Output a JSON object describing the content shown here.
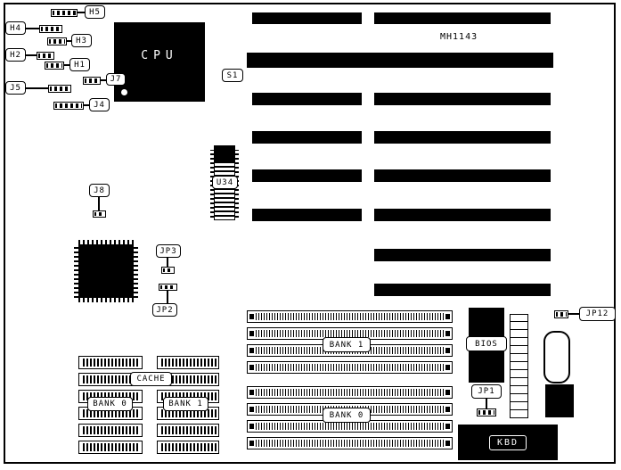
{
  "board": {
    "model": "MH1143"
  },
  "labels": {
    "h1": "H1",
    "h2": "H2",
    "h3": "H3",
    "h4": "H4",
    "h5": "H5",
    "j4": "J4",
    "j5": "J5",
    "j7": "J7",
    "j8": "J8",
    "jp1": "JP1",
    "jp2": "JP2",
    "jp3": "JP3",
    "jp12": "JP12",
    "s1": "S1",
    "u34": "U34",
    "cpu": "CPU",
    "bios": "BIOS",
    "kbd": "KBD",
    "cache": "CACHE",
    "cache_bank0": "BANK 0",
    "cache_bank1": "BANK 1",
    "simm_bank0": "BANK 0",
    "simm_bank1": "BANK 1"
  }
}
